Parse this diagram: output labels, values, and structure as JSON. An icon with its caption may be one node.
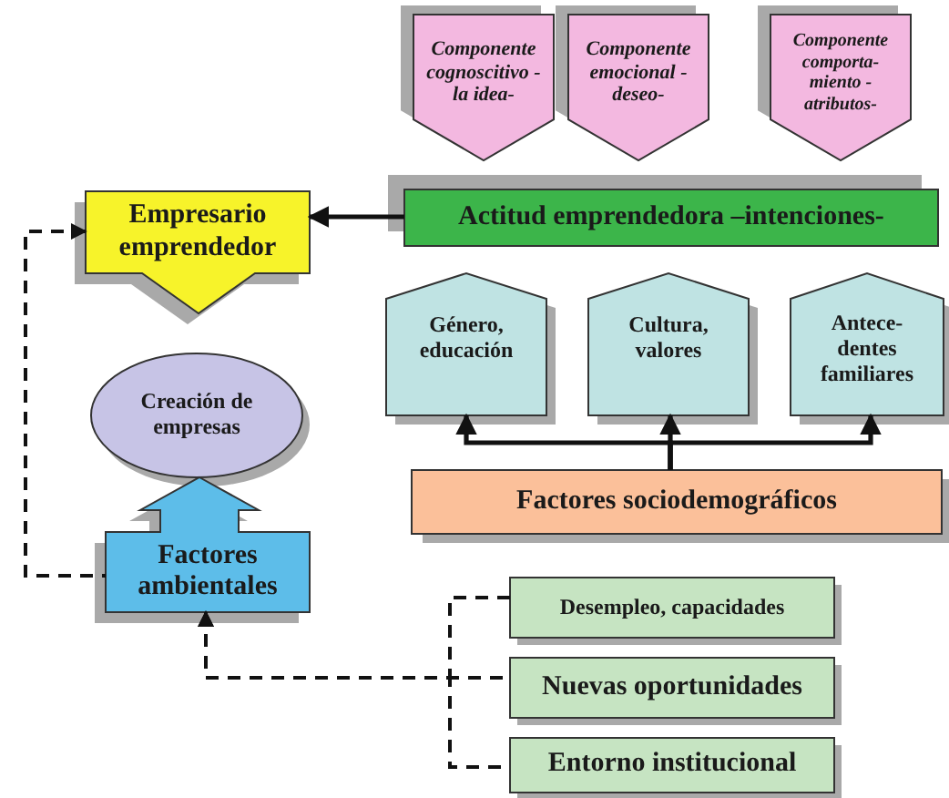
{
  "diagram": {
    "nodes": [
      {
        "text": [
          "Componente cognoscitivo - la idea-"
        ]
      },
      {
        "text": [
          "Componente emocional - deseo-"
        ]
      },
      {
        "text": [
          "Componente comporta- miento - atributos-"
        ]
      },
      {
        "text": [
          "Actitud emprendedora –intenciones-"
        ]
      },
      {
        "text": [
          "Empresario emprendedor"
        ]
      },
      {
        "text": [
          "Creación de empresas"
        ]
      },
      {
        "text": [
          "Factores ambientales"
        ]
      },
      {
        "text": [
          "Género, educación"
        ]
      },
      {
        "text": [
          "Cultura, valores"
        ]
      },
      {
        "text": [
          "Antece- dentes familiares"
        ]
      },
      {
        "text": [
          "Factores sociodemográficos"
        ]
      },
      {
        "text": [
          "Desempleo, capacidades"
        ]
      },
      {
        "text": [
          "Nuevas oportunidades"
        ]
      },
      {
        "text": [
          "Entorno institucional"
        ]
      }
    ],
    "edges": [
      {
        "from": 3,
        "to": 4,
        "arrow": "to"
      },
      {
        "from": 10,
        "to": 7,
        "arrow": "to"
      },
      {
        "from": 10,
        "to": 8,
        "arrow": "to"
      },
      {
        "from": 10,
        "to": 9,
        "arrow": "to"
      },
      {
        "from": 6,
        "to": 4,
        "arrow": "to",
        "style": "dashed"
      },
      {
        "from": 11,
        "to": 6,
        "arrow": "to",
        "style": "dashed"
      },
      {
        "from": 12,
        "to": 6,
        "arrow": "to",
        "style": "dashed"
      },
      {
        "from": 13,
        "to": 6,
        "arrow": "to",
        "style": "dashed"
      }
    ]
  }
}
